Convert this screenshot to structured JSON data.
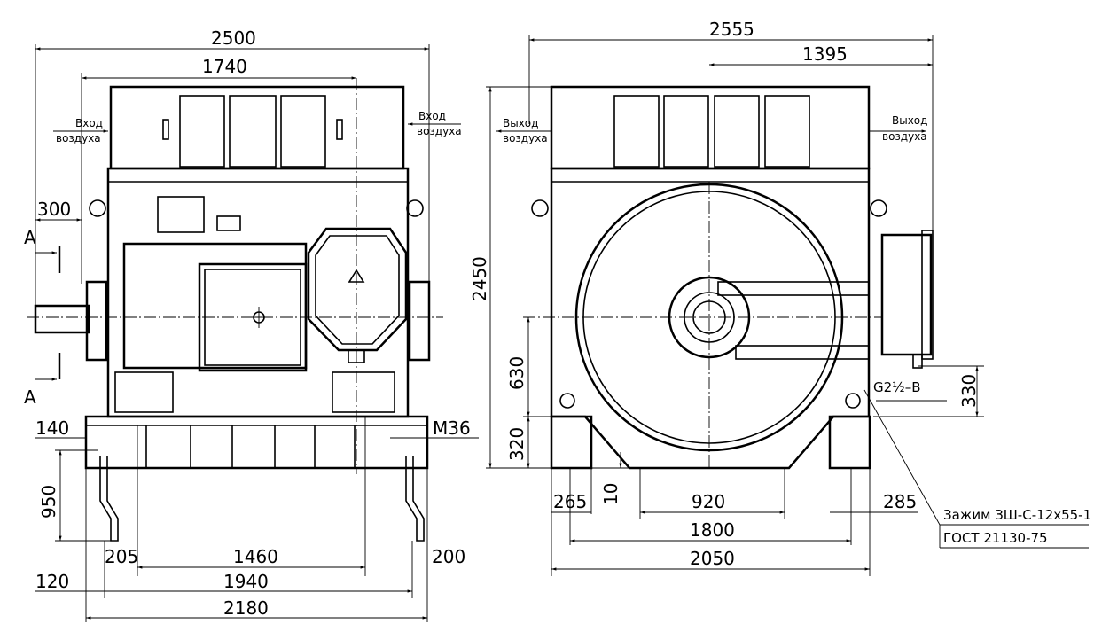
{
  "left_view": {
    "dims": {
      "overall_width": "2500",
      "shaft_to_center": "1740",
      "shaft_ext": "300",
      "foot_offset": "140",
      "bolt": "M36",
      "anchor_depth": "950",
      "foot_w_left": "205",
      "bolt_spacing": "1460",
      "foot_w_right": "200",
      "edge": "120",
      "bolt_outer": "1940",
      "base_width": "2180"
    },
    "air_in_left": [
      "Вход",
      "воздуха"
    ],
    "air_in_right": [
      "Вход",
      "воздуха"
    ],
    "section_mark": "A"
  },
  "right_view": {
    "dims": {
      "overall_width": "2555",
      "center_to_box": "1395",
      "height": "2450",
      "axis_height": "630",
      "base_height": "320",
      "gap": "10",
      "foot_left": "265",
      "inner": "920",
      "foot_right": "285",
      "foot_spacing": "1800",
      "base_width": "2050",
      "pipe_height": "330"
    },
    "thread": "G2½–B",
    "air_out_left": [
      "Выход",
      "воздуха"
    ],
    "air_out_right": [
      "Выход",
      "воздуха"
    ],
    "callout_line1": "Зажим ЗШ-С-12х55-1",
    "callout_line2": "ГОСТ 21130-75"
  }
}
